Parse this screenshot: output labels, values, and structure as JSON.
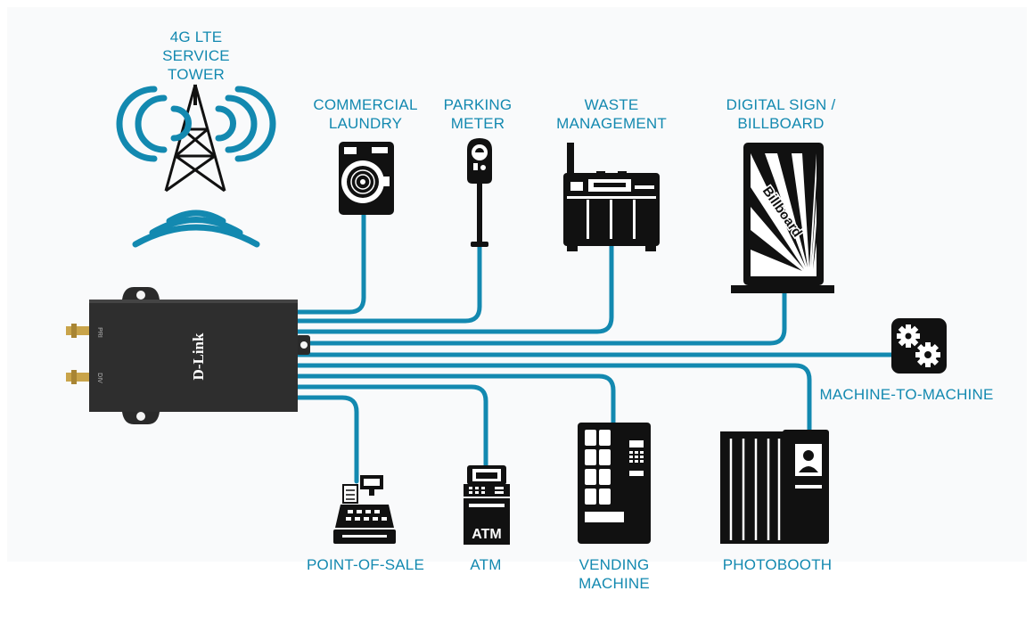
{
  "device": {
    "brand": "D-Link",
    "antenna_labels": [
      "PRI",
      "DIV"
    ]
  },
  "labels": {
    "tower": [
      "4G LTE",
      "SERVICE",
      "TOWER"
    ],
    "laundry": [
      "COMMERCIAL",
      "LAUNDRY"
    ],
    "parking": [
      "PARKING",
      "METER"
    ],
    "waste": [
      "WASTE",
      "MANAGEMENT"
    ],
    "sign": [
      "DIGITAL SIGN /",
      "BILLBOARD"
    ],
    "m2m": [
      "MACHINE-TO-MACHINE"
    ],
    "pos": [
      "POINT-OF-SALE"
    ],
    "atm": [
      "ATM"
    ],
    "vending": [
      "VENDING",
      "MACHINE"
    ],
    "photobooth": [
      "PHOTOBOOTH"
    ]
  },
  "icon_text": {
    "atm": "ATM",
    "billboard": "Billboard"
  },
  "colors": {
    "accent": "#1389b0",
    "icon": "#111111",
    "router": "#2c2c2c"
  }
}
